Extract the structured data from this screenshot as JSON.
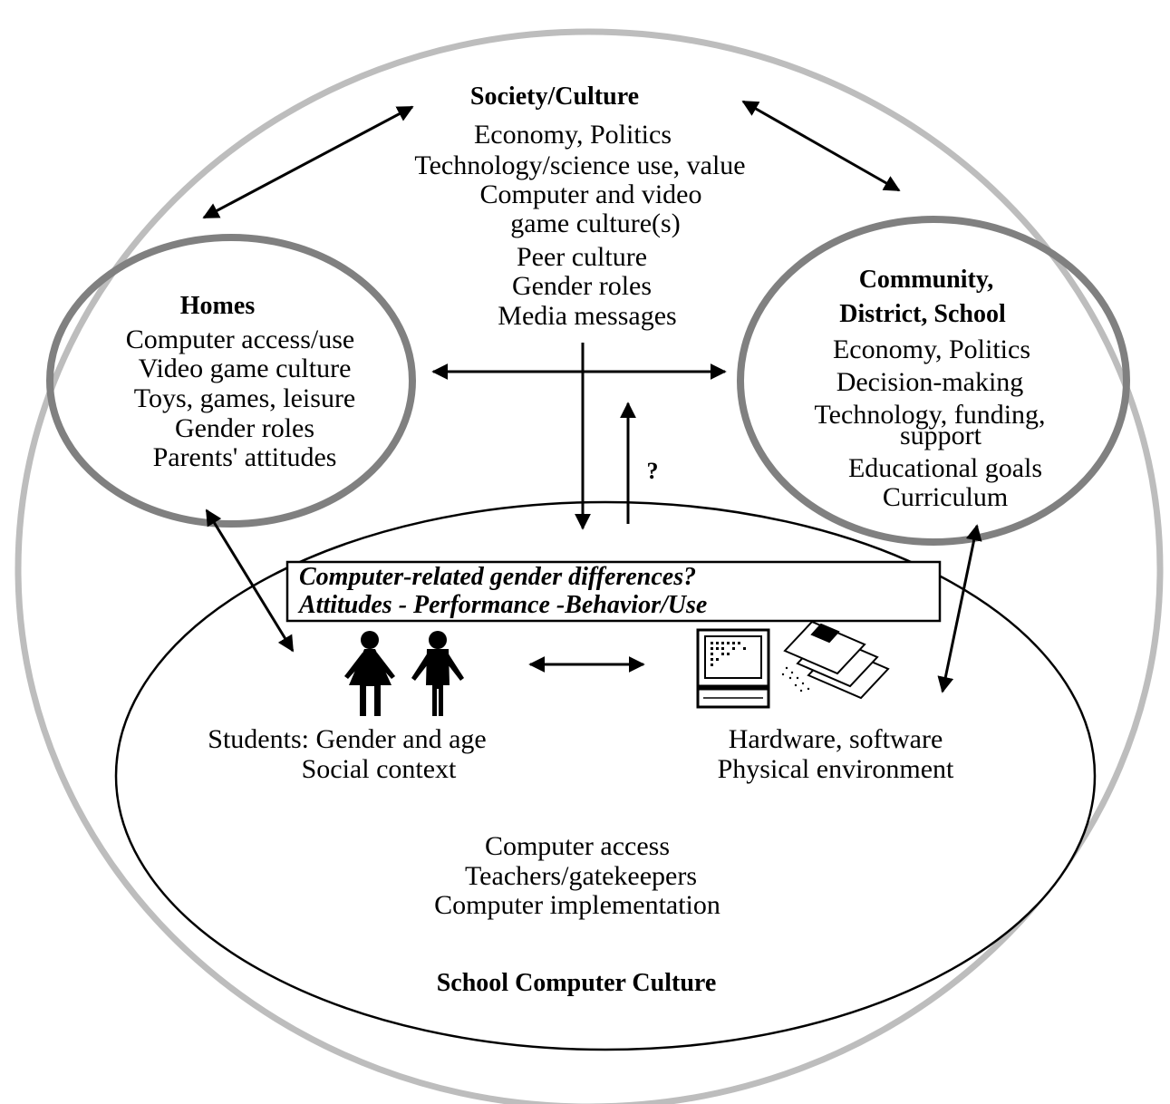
{
  "society": {
    "title": "Society/Culture",
    "lines": [
      "Economy, Politics",
      "Technology/science use, value",
      "Computer and video",
      "game culture(s)",
      "Peer culture",
      "Gender roles",
      "Media messages"
    ]
  },
  "homes": {
    "title": "Homes",
    "lines": [
      "Computer access/use",
      "Video game culture",
      "Toys, games, leisure",
      "Gender roles",
      "Parents' attitudes"
    ]
  },
  "community": {
    "title_lines": [
      "Community,",
      "District, School"
    ],
    "lines": [
      "Economy, Politics",
      "Decision-making",
      "Technology, funding,",
      "support",
      "Educational goals",
      "Curriculum"
    ]
  },
  "question_mark": "?",
  "gender_box": {
    "line1": "Computer-related gender differences?",
    "line2": "Attitudes - Performance  -Behavior/Use"
  },
  "students": {
    "lines": [
      "Students: Gender and age",
      "Social context"
    ]
  },
  "hardware": {
    "lines": [
      "Hardware, software",
      "Physical environment"
    ]
  },
  "school": {
    "lines": [
      "Computer access",
      "Teachers/gatekeepers",
      "Computer implementation"
    ],
    "title": "School Computer Culture"
  }
}
